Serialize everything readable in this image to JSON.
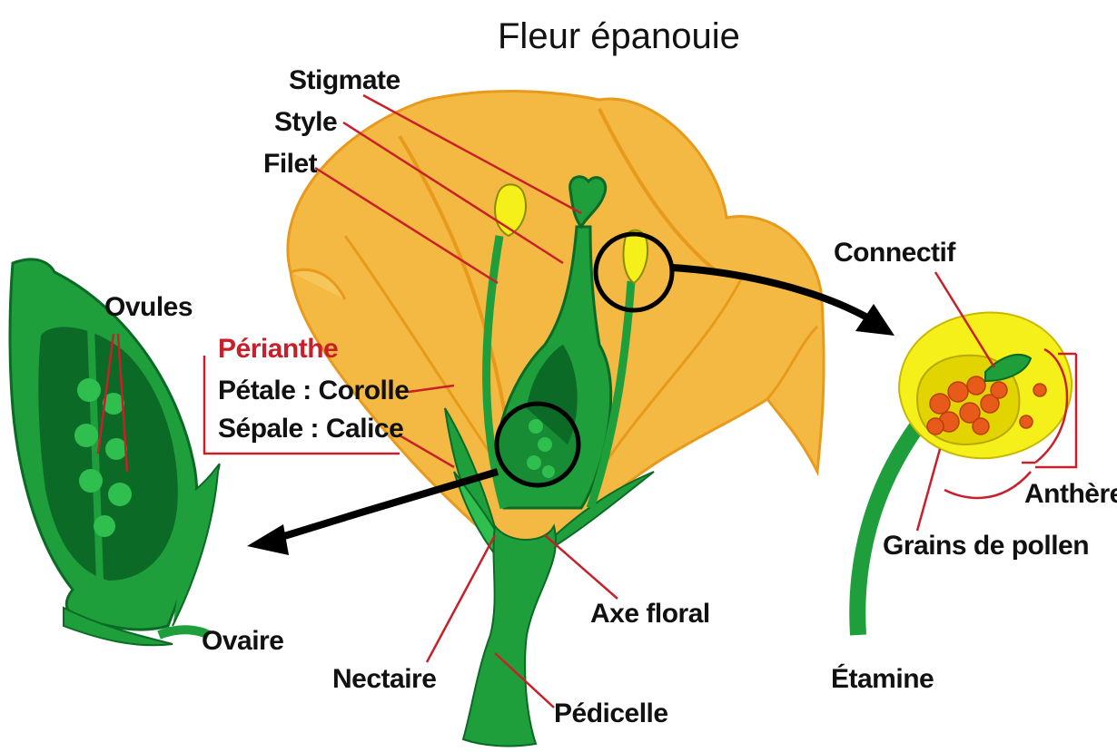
{
  "title": "Fleur épanouie",
  "labels": {
    "stigmate": "Stigmate",
    "style": "Style",
    "filet": "Filet",
    "ovules": "Ovules",
    "perianthe": "Périanthe",
    "petale": "Pétale : Corolle",
    "sepale": "Sépale : Calice",
    "ovaire": "Ovaire",
    "nectaire": "Nectaire",
    "pedicelle": "Pédicelle",
    "axe_floral": "Axe floral",
    "connectif": "Connectif",
    "anthere": "Anthère",
    "grains_pollen": "Grains de pollen",
    "etamine": "Étamine"
  },
  "colors": {
    "petal": "#f4b942",
    "petal_dark": "#e89a1c",
    "green": "#1f9e3c",
    "green_dark": "#0b6a25",
    "green_light": "#2fbf4f",
    "anther_yellow": "#f6f01a",
    "pollen": "#e85a1a",
    "leader_line": "#c8202a",
    "arrow": "#000000"
  }
}
